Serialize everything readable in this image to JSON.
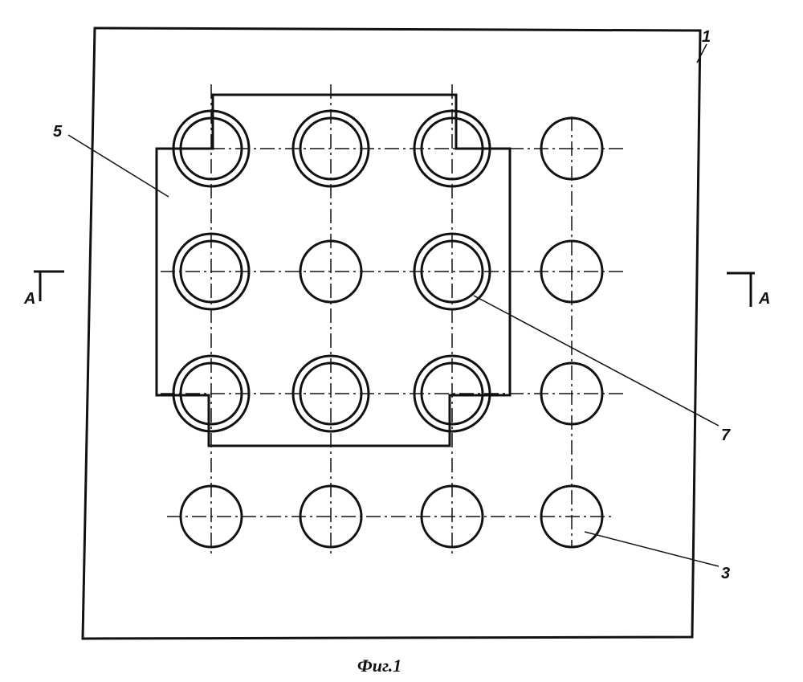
{
  "figure": {
    "caption": "Фиг.1",
    "labels": {
      "plate": "1",
      "cover_plate": "5",
      "ring": "7",
      "hole": "3"
    },
    "section_marker_left": "A",
    "section_marker_right": "A"
  },
  "grid": {
    "rows": 4,
    "cols": 4,
    "ringed_holes": [
      [
        0,
        0
      ],
      [
        0,
        1
      ],
      [
        0,
        2
      ],
      [
        1,
        0
      ],
      [
        1,
        2
      ],
      [
        2,
        0
      ],
      [
        2,
        1
      ],
      [
        2,
        2
      ]
    ]
  }
}
